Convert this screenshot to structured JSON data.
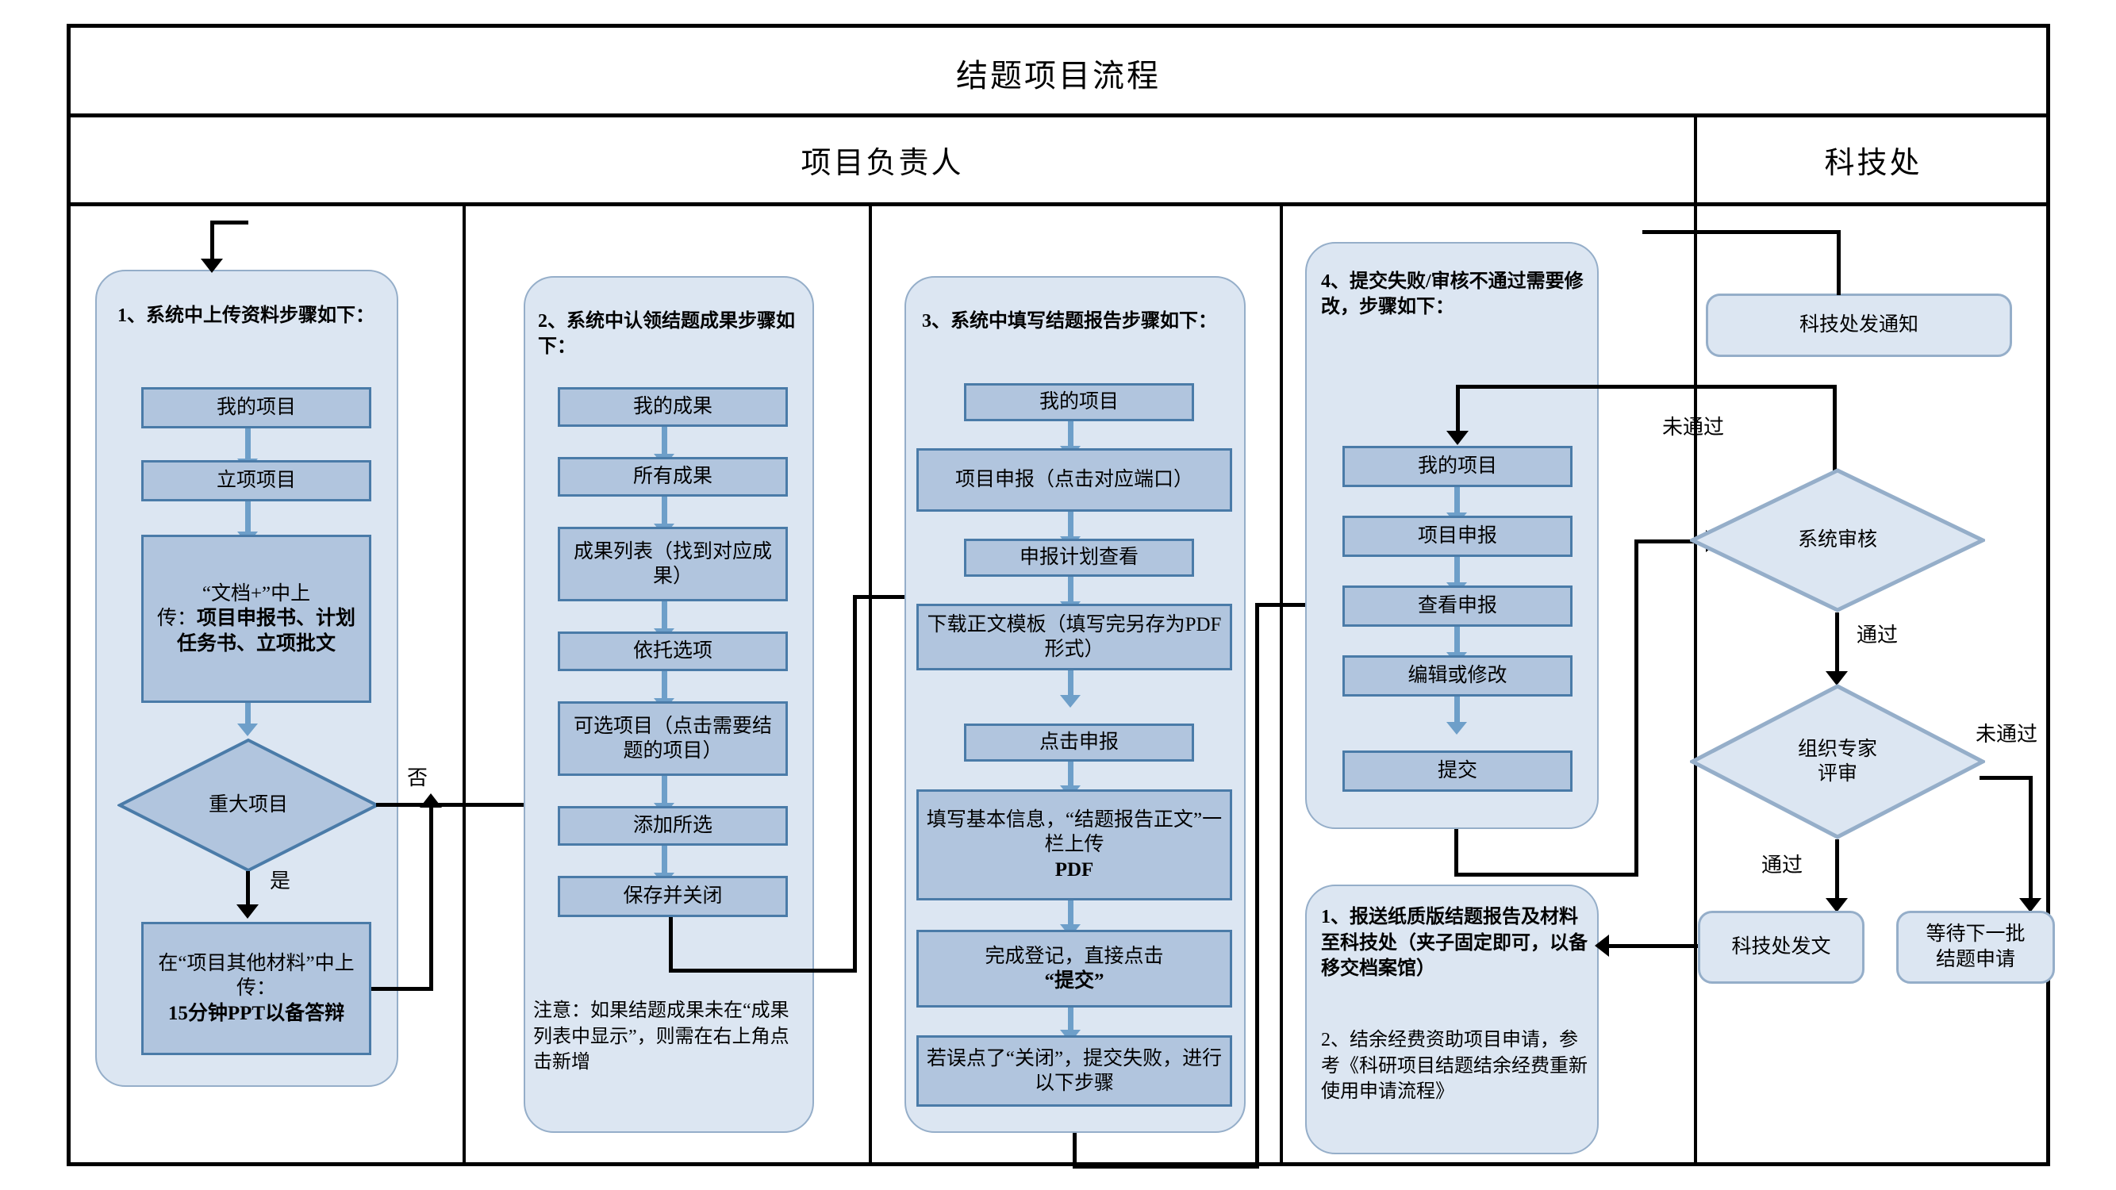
{
  "title": "结题项目流程",
  "lanes": [
    {
      "name": "项目负责人"
    },
    {
      "name": "科技处"
    }
  ],
  "groups": [
    {
      "id": "g1",
      "heading": "1、系统中上传资料步骤如下：",
      "steps": [
        "我的项目",
        "立项项目"
      ],
      "upload_box": "“文档+”中上传：项目申报书、计划任务书、立项批文",
      "upload_plain": "“文档+”中上",
      "upload_plain2": "传：",
      "upload_bold": "项目申报书、计划任务书、立项批文",
      "decision": "重大项目",
      "branch_no": "否",
      "branch_yes": "是",
      "final_box_plain": "在“项目其他材料”中上传：",
      "final_box_bold": "15分钟PPT以备答辩"
    },
    {
      "id": "g2",
      "heading": "2、系统中认领结题成果步骤如下：",
      "steps": [
        "我的成果",
        "所有成果",
        "成果列表（找到对应成果）",
        "依托选项",
        "可选项目（点击需要结题的项目）",
        "添加所选",
        "保存并关闭"
      ],
      "note": "注意：如果结题成果未在“成果列表中显示”，则需在右上角点击新增"
    },
    {
      "id": "g3",
      "heading": "3、系统中填写结题报告步骤如下：",
      "steps": [
        "我的项目",
        "项目申报（点击对应端口）",
        "申报计划查看",
        "下载正文模板（填写完另存为PDF形式）",
        "点击申报"
      ],
      "fill_box_plain": "填写基本信息，“结题报告正文”一栏上传",
      "fill_box_bold": "PDF",
      "done_box_plain": "完成登记，直接点击",
      "done_box_bold": "“提交”",
      "fail_box": "若误点了“关闭”，提交失败，进行以下步骤"
    },
    {
      "id": "g4",
      "heading": "4、提交失败/审核不通过需要修改，步骤如下：",
      "steps": [
        "我的项目",
        "项目申报",
        "查看申报",
        "编辑或修改",
        "提交"
      ]
    },
    {
      "id": "g5",
      "note_1": "1、报送纸质版结题报告及材料至科技处（夹子固定即可，以备移交档案馆）",
      "note_2": "2、结余经费资助项目申请，参考《科研项目结题结余经费重新使用申请流程》"
    }
  ],
  "right_lane": {
    "notice_box": "科技处发通知",
    "decision_system": "系统审核",
    "decision_expert_line1": "组织专家",
    "decision_expert_line2": "评审",
    "publish_box": "科技处发文",
    "wait_box_line1": "等待下一批",
    "wait_box_line2": "结题申请",
    "label_fail_1": "未通过",
    "label_pass_1": "通过",
    "label_fail_2": "未通过",
    "label_pass_2": "通过"
  },
  "colors": {
    "panel_fill": "#dce6f2",
    "panel_border": "#95aec9",
    "box_fill": "#b1c5de",
    "box_border": "#4a7ba8",
    "arrow_blue": "#6e9fc9",
    "arrow_black": "#000000",
    "frame": "#000000"
  }
}
